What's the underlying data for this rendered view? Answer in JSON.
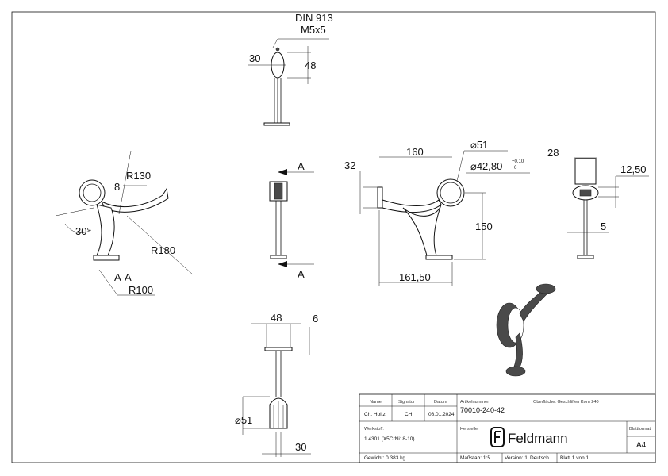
{
  "views": {
    "top": {
      "thread_label_1": "DIN 913",
      "thread_label_2": "M5x5",
      "dim_30": "30",
      "dim_48": "48"
    },
    "section": {
      "r130": "R130",
      "dim_8": "8",
      "angle_30": "30°",
      "r180": "R180",
      "label_aa": "A-A",
      "r100": "R100"
    },
    "side": {
      "marker_top": "A",
      "marker_bottom": "A"
    },
    "front": {
      "dim_32": "32",
      "dim_160": "160",
      "dia_51": "51",
      "dia_42": "42,80",
      "tol_upper": "+0,10",
      "tol_lower": "0",
      "dim_150": "150",
      "dim_161": "161,50"
    },
    "right": {
      "dim_28": "28",
      "dim_12": "12,50",
      "dim_5": "5"
    },
    "bottom": {
      "dim_48": "48",
      "dim_6": "6",
      "dia_51": "51",
      "dim_30": "30"
    }
  },
  "title_block": {
    "name_h": "Name",
    "signatur_h": "Signatur",
    "datum_h": "Datum",
    "name": "Ch. Hoitz",
    "signatur": "CH",
    "datum": "08.01.2024",
    "artikel_h": "Artikelnummer",
    "oberflaeche": "Oberfläche: Geschliffen Korn 240",
    "artikel": "70010-240-42",
    "werkstoff_h": "Werkstoff:",
    "werkstoff": "1.4301 (X5CrNi18-10)",
    "hersteller_h": "Hersteller",
    "logo": "Feldmann",
    "blattformat_h": "Blattformat",
    "blattformat": "A4",
    "gewicht": "Gewicht: 0.383 kg",
    "massstab": "Maßstab: 1:5",
    "version": "Version: 1",
    "sprache": "Deutsch",
    "blatt": "Blatt 1 von 1"
  }
}
